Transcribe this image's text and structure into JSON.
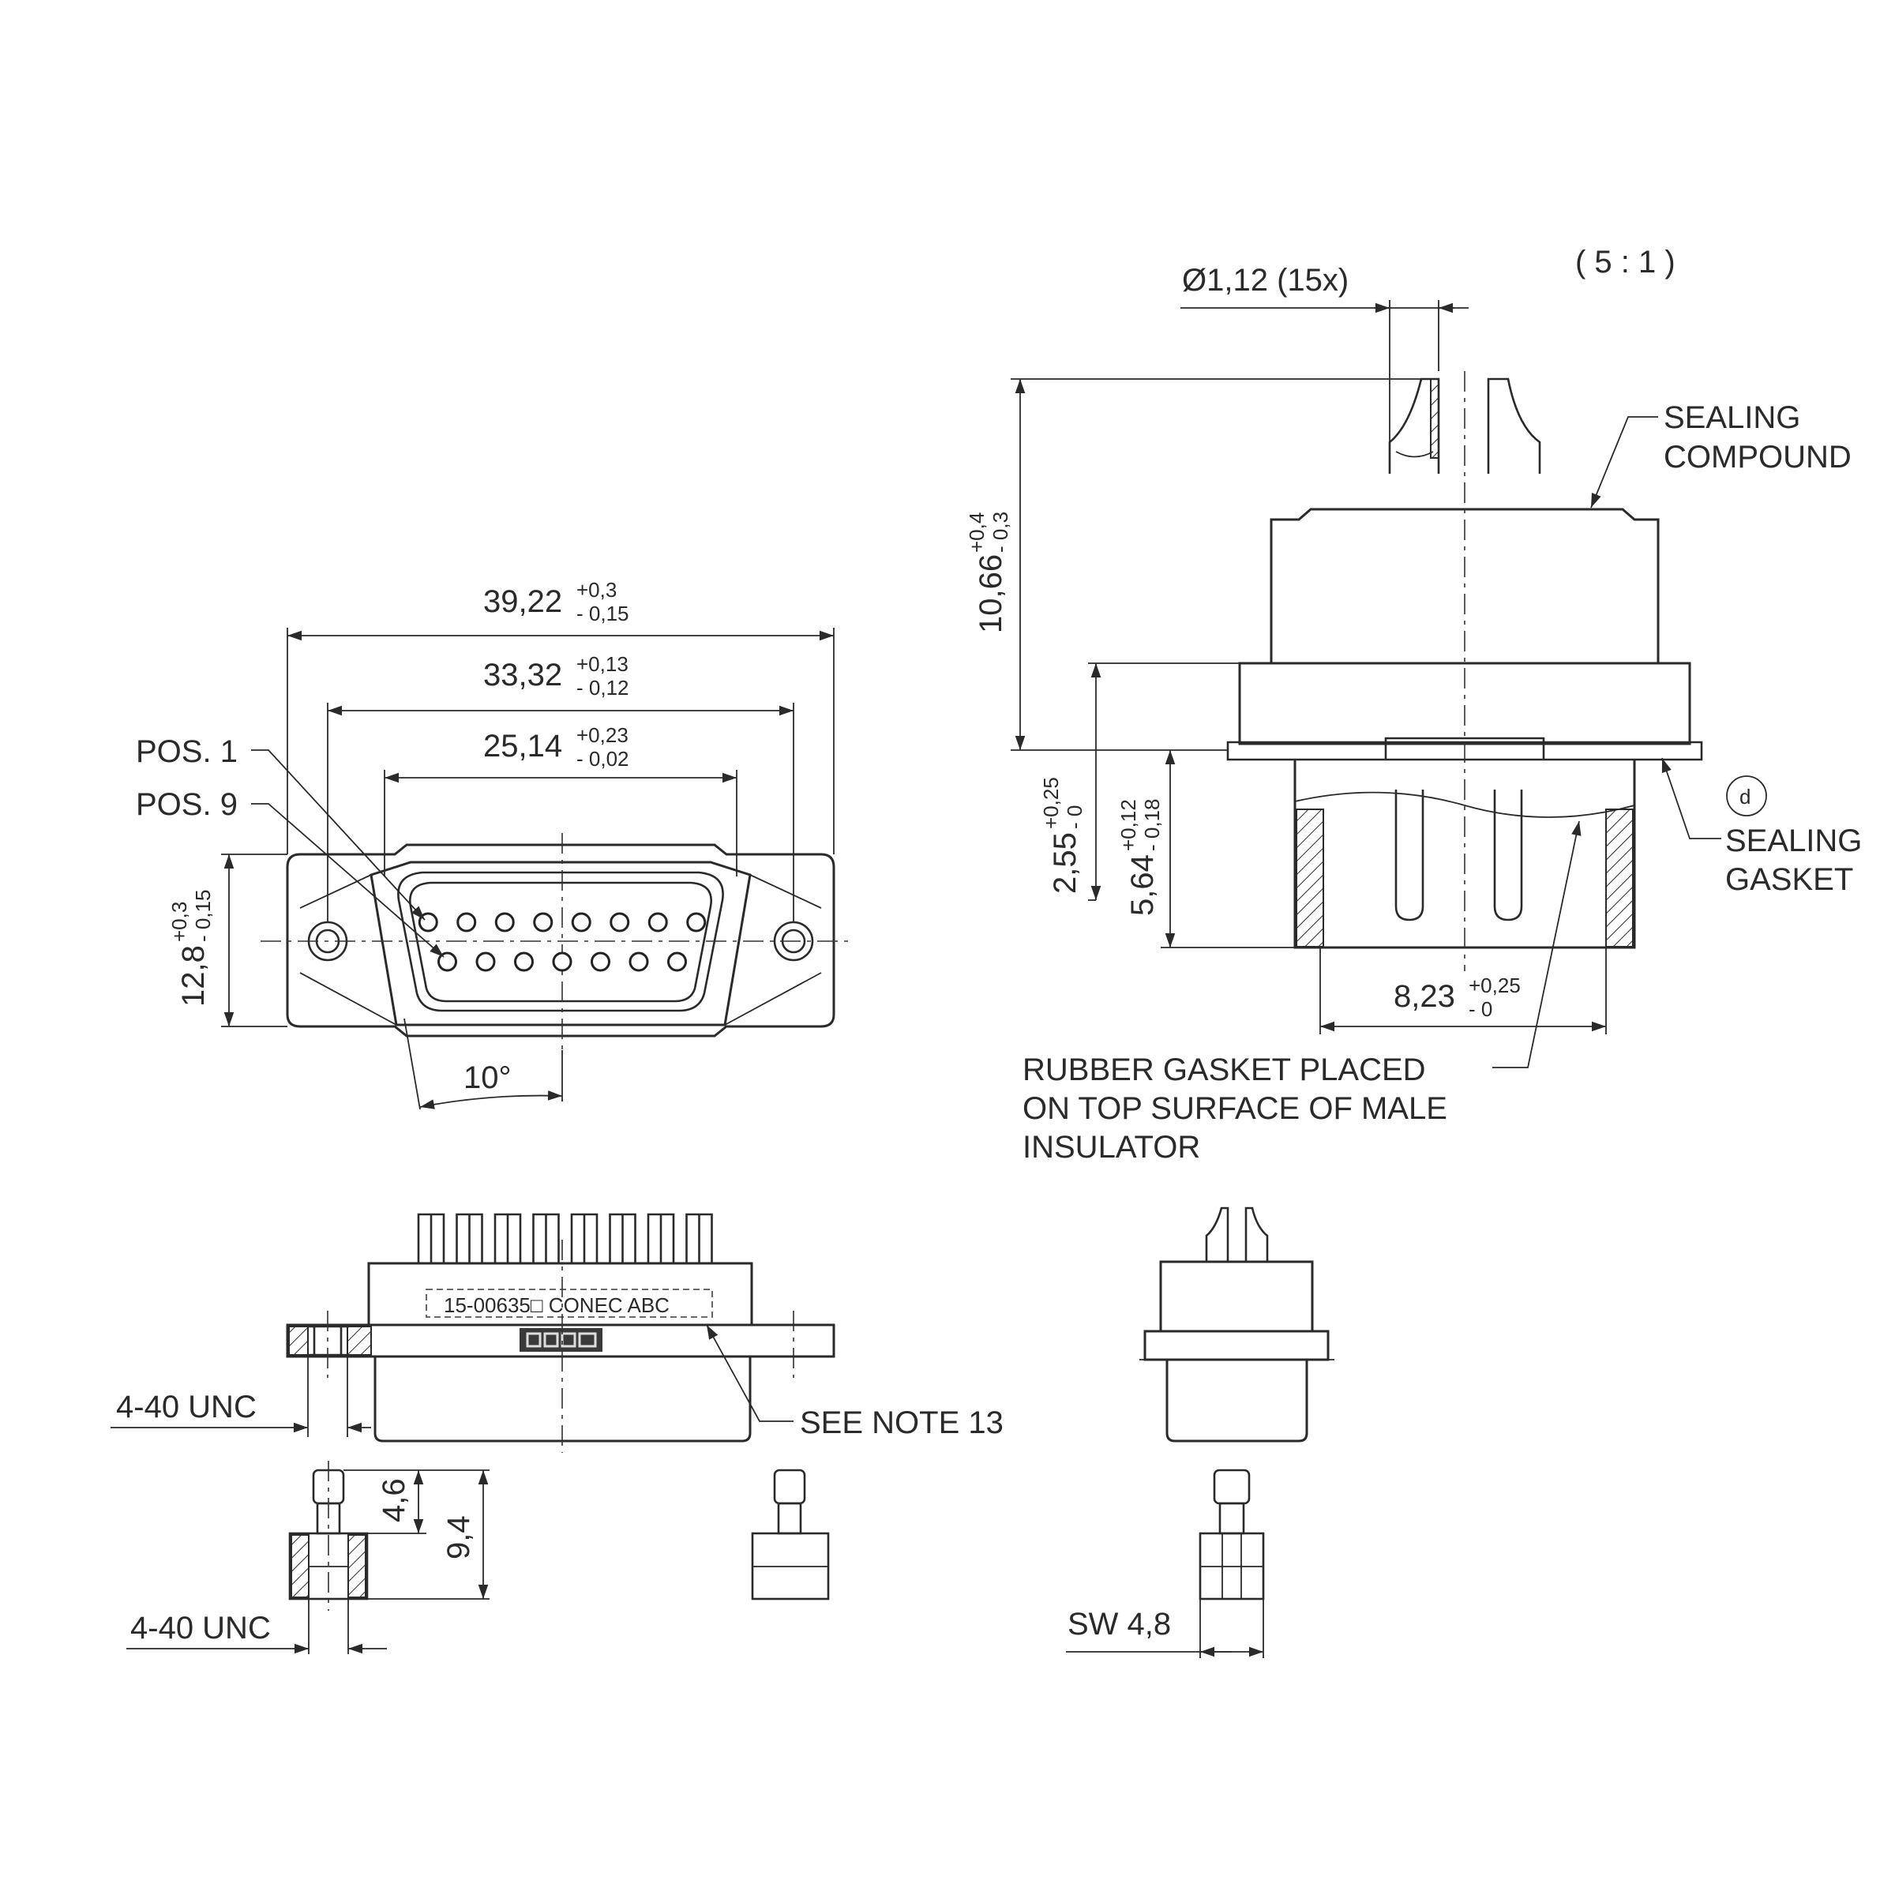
{
  "scale_label": "( 5 : 1 )",
  "front_view": {
    "dim_overall": {
      "value": "39,22",
      "tol_plus": "+0,3",
      "tol_minus": "- 0,15"
    },
    "dim_mount": {
      "value": "33,32",
      "tol_plus": "+0,13",
      "tol_minus": "- 0,12"
    },
    "dim_shell": {
      "value": "25,14",
      "tol_plus": "+0,23",
      "tol_minus": "- 0,02"
    },
    "dim_height": {
      "value": "12,8",
      "tol_plus": "+0,3",
      "tol_minus": "- 0,15"
    },
    "pos1_label": "POS. 1",
    "pos9_label": "POS. 9",
    "angle_label": "10°",
    "pins_top_row": 8,
    "pins_bottom_row": 7
  },
  "side_view": {
    "pin_diameter": "Ø1,12 (15x)",
    "dim_total_height": {
      "value": "10,66",
      "tol_plus": "+0,4",
      "tol_minus": "- 0,3"
    },
    "dim_gasket": {
      "value": "2,55",
      "tol_plus": "+0,25",
      "tol_minus": "- 0"
    },
    "dim_engage": {
      "value": "5,64",
      "tol_plus": "+0,12",
      "tol_minus": "- 0,18"
    },
    "dim_width": {
      "value": "8,23",
      "tol_plus": "+0,25",
      "tol_minus": "- 0"
    },
    "sealing_compound": [
      "SEALING",
      "COMPOUND"
    ],
    "sealing_gasket": [
      "SEALING",
      "GASKET"
    ],
    "note_marker": "d",
    "rubber_gasket_note": [
      "RUBBER GASKET PLACED",
      "ON TOP SURFACE OF MALE",
      "INSULATOR"
    ]
  },
  "bottom_view": {
    "thread_label_1": "4-40 UNC",
    "thread_label_2": "4-40 UNC",
    "marking_text": "15-00635□  CONEC  ABC",
    "see_note": "SEE NOTE 13",
    "dim_screw_short": "4,6",
    "dim_screw_long": "9,4",
    "wrench_size": "SW 4,8"
  }
}
